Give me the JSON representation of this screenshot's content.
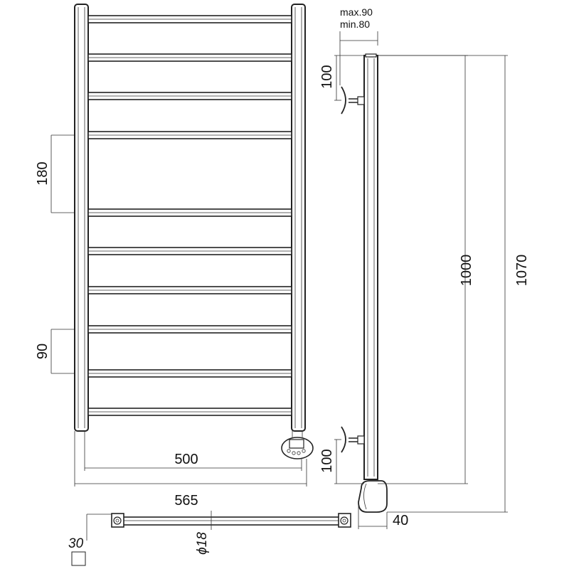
{
  "labels": {
    "dim_565": "565",
    "dim_500": "500",
    "dim_180": "180",
    "dim_90": "90",
    "dim_100_top": "100",
    "dim_100_bottom": "100",
    "dim_1000": "1000",
    "dim_1070": "1070",
    "dim_40": "40",
    "dim_30": "30",
    "dim_diameter": "ϕ18",
    "max_label": "max.90",
    "min_label": "min.80"
  },
  "colors": {
    "line": "#222222",
    "background": "#ffffff"
  }
}
